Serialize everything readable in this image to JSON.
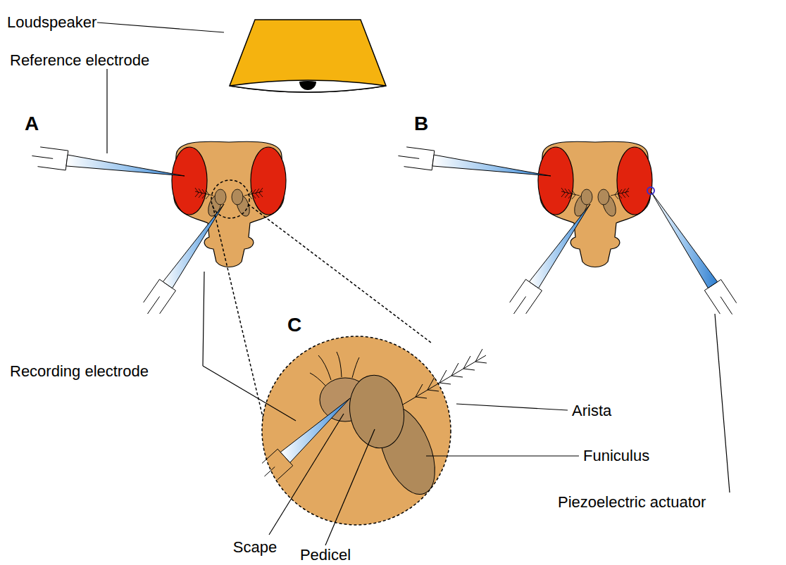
{
  "diagram": {
    "labels": [
      "Loudspeaker",
      "Reference electrode",
      "A",
      "B",
      "Recording electrode",
      "C",
      "Arista",
      "Funiculus",
      "Scape",
      "Pedicel",
      "Piezoelectric actuator"
    ]
  }
}
